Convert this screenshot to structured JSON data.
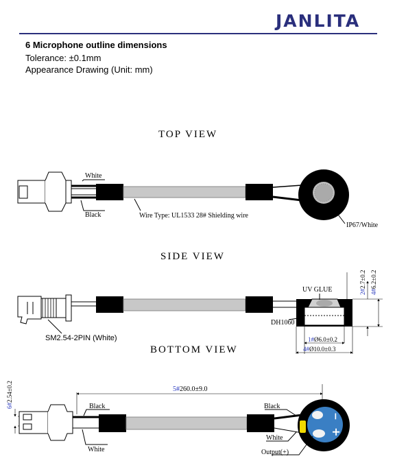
{
  "brand": {
    "logo": "JANLITA",
    "color": "#2a2f7c"
  },
  "heading": {
    "title": "6 Microphone outline dimensions",
    "tolerance": "Tolerance: ±0.1mm",
    "drawing": "Appearance Drawing (Unit: mm)"
  },
  "top_view": {
    "title": "TOP VIEW",
    "wire_white": "White",
    "wire_black": "Black",
    "wire_type": "Wire Type: UL1533 28# Shielding wire",
    "ip_label": "IP67/White"
  },
  "side_view": {
    "title": "SIDE VIEW",
    "uv_glue": "UV GLUE",
    "dh": "DH1060",
    "connector": "SM2.54-2PIN (White)",
    "dim_2": {
      "num": "2#",
      "text": "2.7±0.2"
    },
    "dim_4": {
      "num": "4#",
      "text": "6.2±0.2"
    },
    "dim_1": {
      "num": "1#",
      "text": "Ø6.0±0.2"
    },
    "dim_4b": {
      "num": "4#",
      "text": "Ø10.0±0.3"
    }
  },
  "bottom_view": {
    "title": "BOTTOM VIEW",
    "dim_5": {
      "num": "5#",
      "text": "260.0±9.0"
    },
    "dim_6": {
      "num": "6#",
      "text": "2.54±0.2"
    },
    "black_left": "Black",
    "white_left": "White",
    "black_right": "Black",
    "white_right": "White",
    "output": "Output(+)",
    "pad_minus": "−",
    "pad_plus": "+",
    "colors": {
      "pcb": "#3a7fc4",
      "pad": "#f2f2f2",
      "tape": "#f0d800",
      "jacket": "#c8c8c8"
    }
  }
}
